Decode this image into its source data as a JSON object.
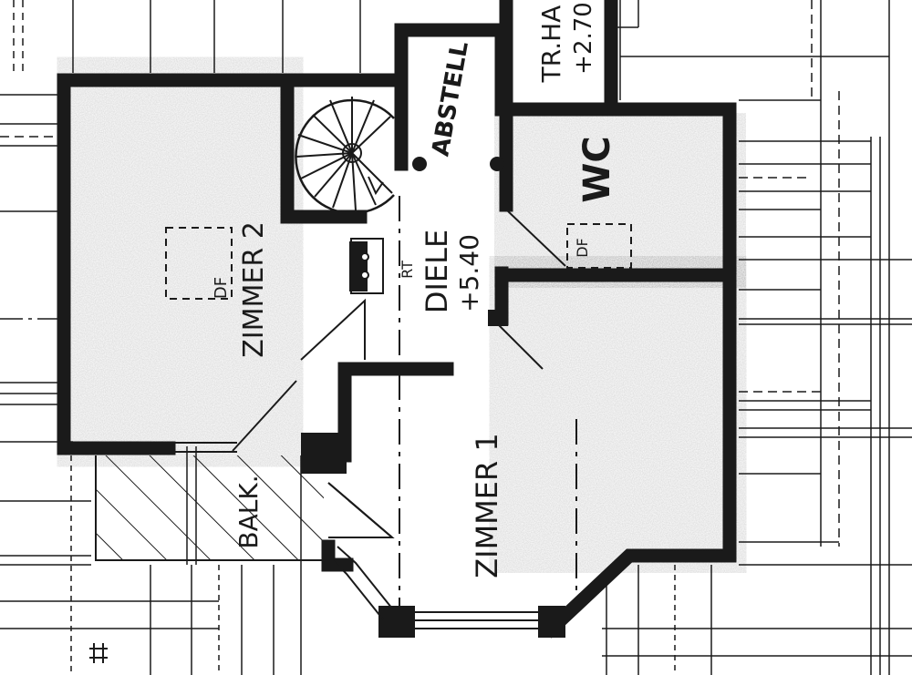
{
  "labels": {
    "zimmer2": "ZIMMER 2",
    "zimmer1": "ZIMMER 1",
    "diele": "DIELE",
    "diele_level": "+5.40",
    "abstell": "ABSTELL",
    "wc": "WC",
    "treppenhaus": "TR.HA",
    "treppenhaus_level": "+2.70",
    "balkon": "BALK.",
    "df_zimmer2": "DF",
    "df_wc": "DF",
    "rt": "RT"
  },
  "colors": {
    "ink": "#1a1a1a",
    "paper": "#ffffff"
  }
}
